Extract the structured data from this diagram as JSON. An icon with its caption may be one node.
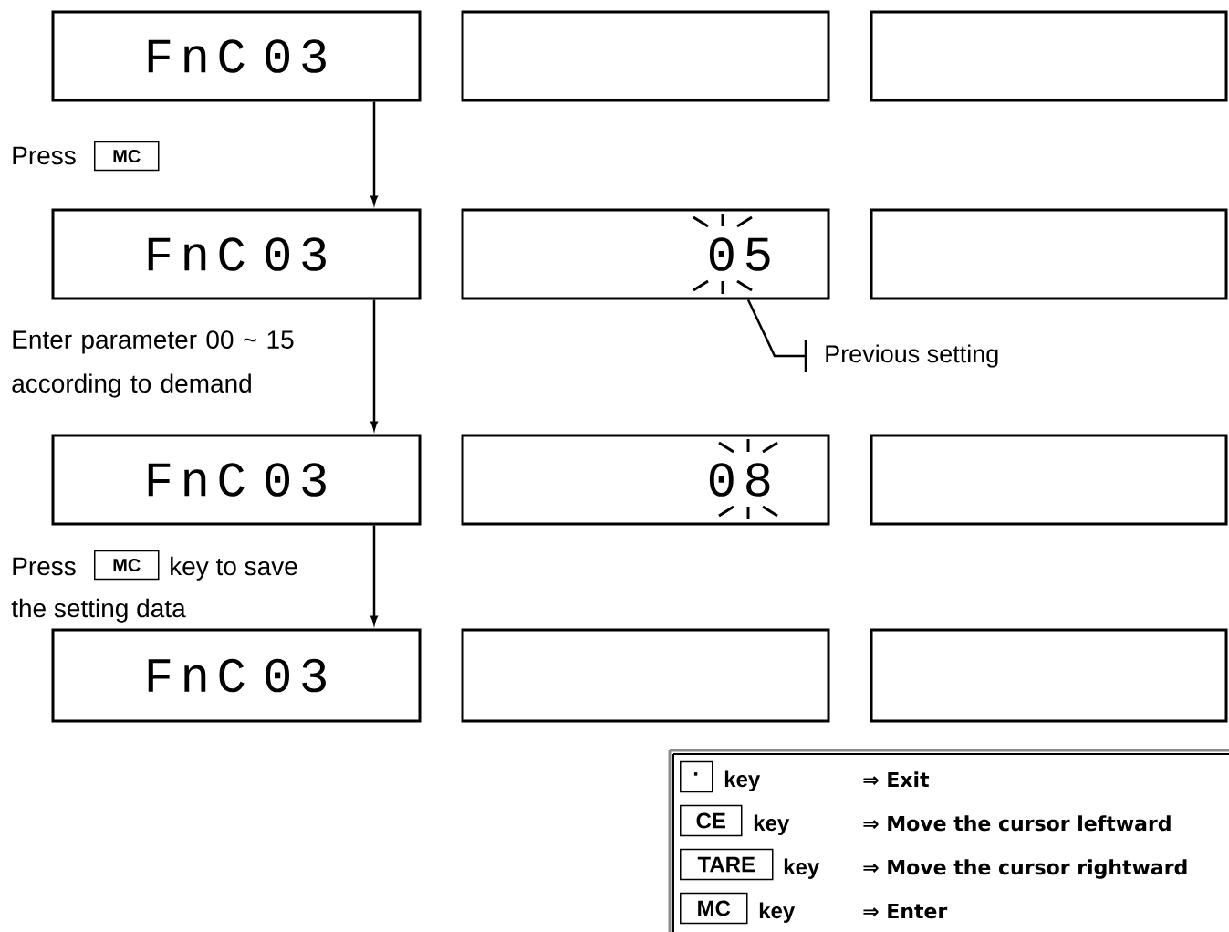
{
  "diagram": {
    "nodes": [
      {
        "text": [
          "FnC 03"
        ]
      },
      {
        "text": [],
        "shape": "box"
      },
      {
        "text": [],
        "shape": "box"
      },
      {
        "text": [
          "FnC 03"
        ]
      },
      {
        "text": [
          "05"
        ]
      },
      {
        "text": [],
        "shape": "box"
      },
      {
        "text": [
          "Previous setting"
        ]
      },
      {
        "text": [
          "FnC 03"
        ]
      },
      {
        "text": [
          "08"
        ]
      },
      {
        "text": [],
        "shape": "box"
      },
      {
        "text": [
          "FnC 03"
        ]
      },
      {
        "text": [],
        "shape": "box"
      },
      {
        "text": [],
        "shape": "box"
      }
    ],
    "edges": [
      {
        "from": 0,
        "to": 3,
        "arrow": "to"
      },
      {
        "from": 3,
        "to": 7,
        "arrow": "to"
      },
      {
        "from": 7,
        "to": 10,
        "arrow": "to"
      },
      {
        "from": 6,
        "to": 4,
        "arrow": "none"
      }
    ],
    "labels": [
      "Press",
      "MC",
      "Enter parameter 00 ~ 15 according to demand",
      "Press",
      "MC",
      "key to save",
      "the setting data",
      "·",
      "key",
      "⇒ Exit",
      "CE",
      "key",
      "⇒ Move the cursor leftward",
      "TARE",
      "key",
      "⇒ Move the cursor rightward",
      "MC",
      "key",
      "⇒ Enter"
    ]
  }
}
